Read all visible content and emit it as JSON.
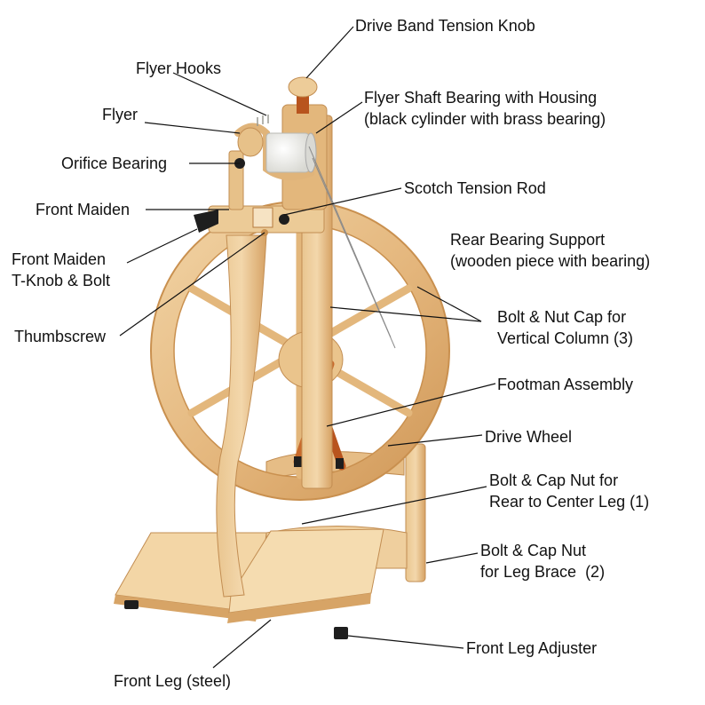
{
  "labels": {
    "drive_band_tension_knob": "Drive Band Tension Knob",
    "flyer_hooks": "Flyer Hooks",
    "flyer": "Flyer",
    "flyer_shaft_bearing": [
      "Flyer Shaft Bearing with Housing",
      "(black cylinder with brass bearing)"
    ],
    "orifice_bearing": "Orifice Bearing",
    "scotch_tension_rod": "Scotch Tension Rod",
    "front_maiden": "Front Maiden",
    "front_maiden_tknob": [
      "Front Maiden",
      "T-Knob & Bolt"
    ],
    "rear_bearing_support": [
      "Rear Bearing Support",
      "(wooden piece with bearing)"
    ],
    "thumbscrew": "Thumbscrew",
    "bolt_nut_cap_vertical": [
      "Bolt & Nut Cap for",
      "Vertical Column (3)"
    ],
    "footman_assembly": "Footman Assembly",
    "drive_wheel": "Drive Wheel",
    "bolt_cap_rear_center": [
      "Bolt & Cap Nut for",
      "Rear to Center Leg (1)"
    ],
    "bolt_cap_leg_brace": [
      "Bolt & Cap Nut",
      "for Leg Brace  (2)"
    ],
    "front_leg_adjuster": "Front Leg Adjuster",
    "front_leg": "Front Leg (steel)"
  },
  "colors": {
    "wood_light": "#ecc691",
    "wood_mid": "#dba86a",
    "wood_dark": "#b57a3e",
    "wood_accent": "#b8541e",
    "bobbin": "#f2f2ee",
    "metal": "#1e1e1e",
    "text": "#111111",
    "leader": "#111111"
  }
}
